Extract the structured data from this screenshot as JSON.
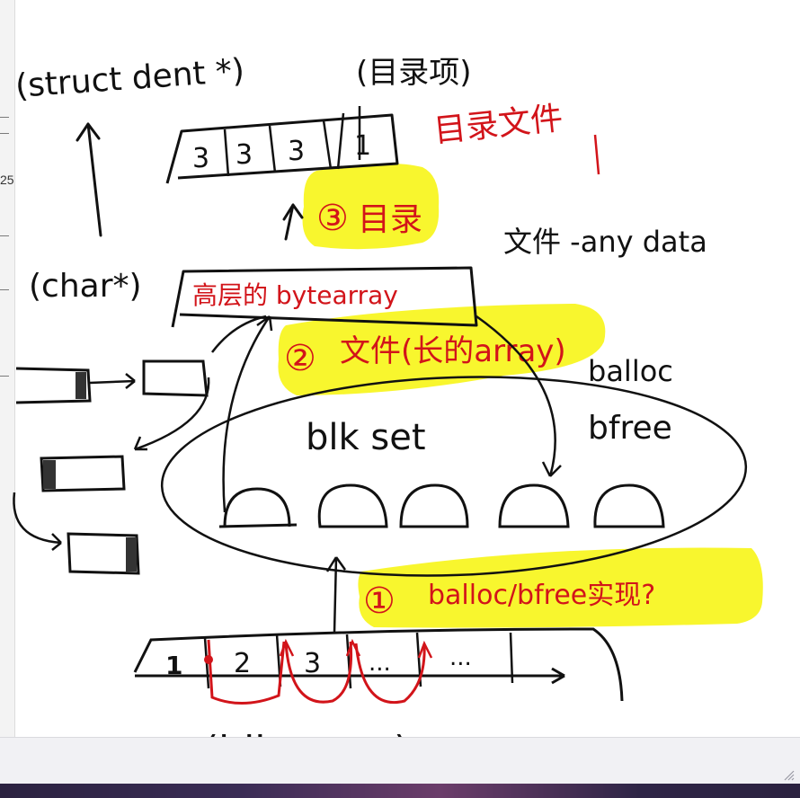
{
  "left_strip": {
    "visible_number": "25"
  },
  "labels": {
    "struct_dent": "(struct dent *)",
    "dir_entry": "(目录项)",
    "dir_file": "目录文件",
    "char_ptr": "(char*)",
    "file_any_data": "文件 -any data",
    "blk_set": "blk set",
    "balloc": "balloc",
    "bfree": "bfree",
    "blk_array": "(blk array)"
  },
  "dirent_cells": [
    "3",
    "3",
    "3",
    "1"
  ],
  "byte_array_label": "高层的 bytearray",
  "steps": [
    {
      "num": "③",
      "text": "目录"
    },
    {
      "num": "②",
      "text": "文件(长的array)"
    },
    {
      "num": "①",
      "text": "balloc/bfree实现?"
    }
  ],
  "blk_array_cells": [
    "1",
    "2",
    "3",
    "...",
    "..."
  ],
  "colors": {
    "ink": "#111111",
    "red_ink": "#d2141a",
    "highlight": "#f7f51c",
    "background": "#ffffff"
  }
}
